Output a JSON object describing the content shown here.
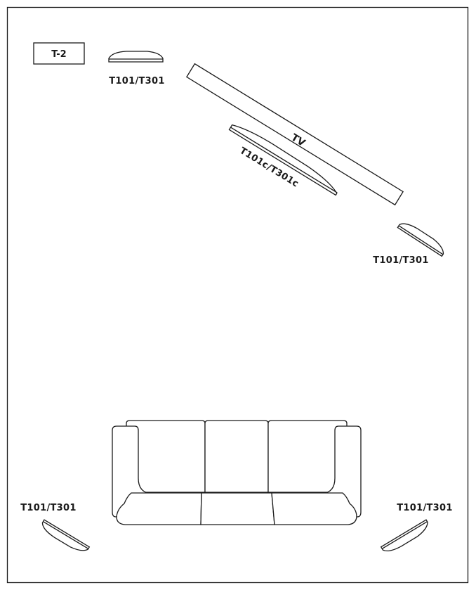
{
  "diagram_tag": "T-2",
  "tv": {
    "label": "TV"
  },
  "center_speaker": {
    "label": "T101c/T301c"
  },
  "speakers": {
    "front_left": {
      "label": "T101/T301"
    },
    "front_right": {
      "label": "T101/T301"
    },
    "rear_left": {
      "label": "T101/T301"
    },
    "rear_right": {
      "label": "T101/T301"
    }
  },
  "colors": {
    "line": "#1a1a1a",
    "background": "#ffffff"
  }
}
